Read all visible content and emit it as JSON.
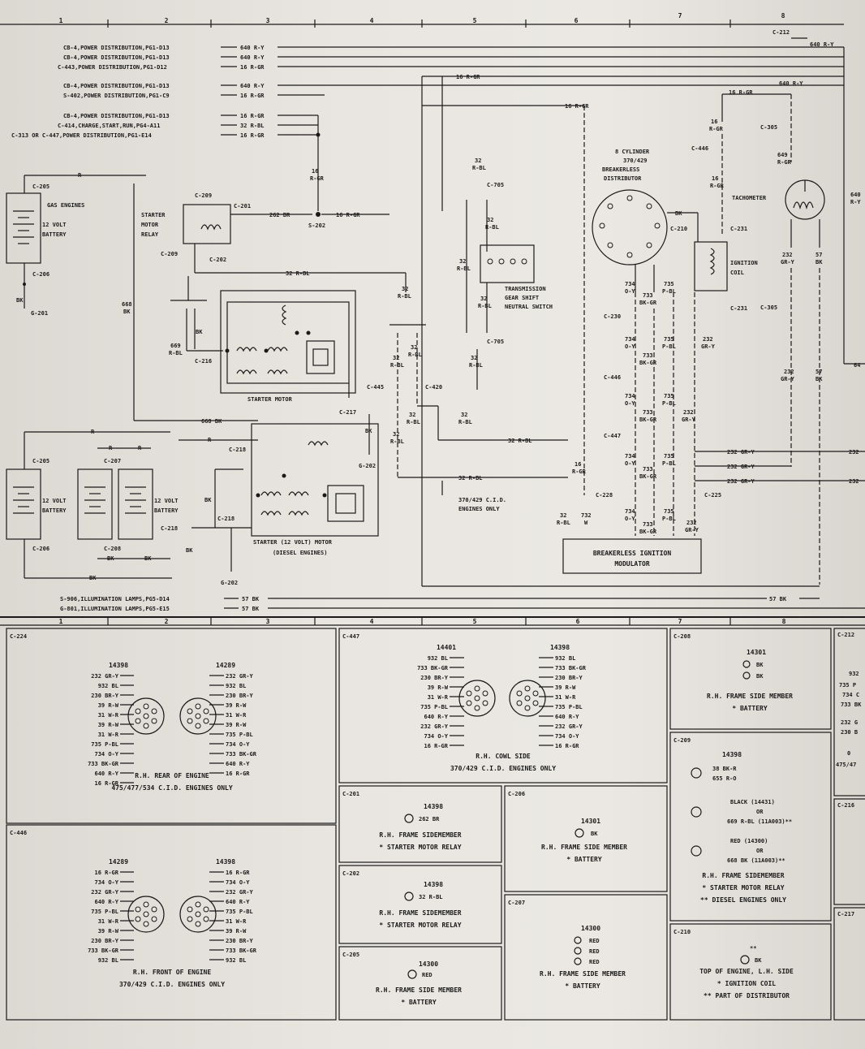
{
  "grid": {
    "columns": [
      "1",
      "2",
      "3",
      "4",
      "5",
      "6",
      "7",
      "8"
    ]
  },
  "feeds": [
    {
      "source": "CB-4,POWER DISTRIBUTION,PG1-D13",
      "wire": "640 R-Y"
    },
    {
      "source": "CB-4,POWER DISTRIBUTION,PG1-D13",
      "wire": "640 R-Y"
    },
    {
      "source": "C-443,POWER DISTRIBUTION,PG1-D12",
      "wire": "16 R-GR"
    },
    {
      "source": "CB-4,POWER DISTRIBUTION,PG1-D13",
      "wire": "640 R-Y"
    },
    {
      "source": "S-402,POWER DISTRIBUTION,PG1-C9",
      "wire": "16 R-GR"
    },
    {
      "source": "CB-4,POWER DISTRIBUTION,PG1-D13",
      "wire": "16 R-GR"
    },
    {
      "source": "C-414,CHARGE,START,RUN,PG4-A11",
      "wire": "32 R-BL"
    },
    {
      "source": "C-313 OR C-447,POWER DISTRIBUTION,PG1-E14",
      "wire": "16 R-GR"
    }
  ],
  "illumination_feeds": [
    {
      "source": "S-906,ILLUMINATION LAMPS,PG5-D14",
      "wire": "57 BK"
    },
    {
      "source": "G-801,ILLUMINATION LAMPS,PG5-E15",
      "wire": "57 BK"
    }
  ],
  "schematic_labels": {
    "c212": "C-212",
    "w640ry": "640 R-Y",
    "w16rgr": "16 R-GR",
    "w16rgr_a": "16 R-GR",
    "w16": "16",
    "rgr": "R-GR",
    "c305": "C-305",
    "c446": "C-446",
    "w649": "649",
    "c205": "C-205",
    "r": "R",
    "gas_engines": "GAS ENGINES",
    "c209": "C-209",
    "c201": "C-201",
    "w262": "262 BR",
    "s202": "S-202",
    "c705": "C-705",
    "w32": "32",
    "rbl": "R-BL",
    "eight_cyl": "8 CYLINDER",
    "cid370": "370/429",
    "breakerless": "BREAKERLESS",
    "distributor": "DISTRIBUTOR",
    "tachometer": "TACHOMETER",
    "bk": "BK",
    "c210": "C-210",
    "c231": "C-231",
    "battery12": "12 VOLT",
    "battery": "BATTERY",
    "starter": "STARTER",
    "motor": "MOTOR",
    "relay": "RELAY",
    "c202": "C-202",
    "c206": "C-206",
    "w57": "57",
    "ignition": "IGNITION",
    "coil": "COIL",
    "trans1": "TRANSMISSION",
    "trans2": "GEAR SHIFT",
    "trans3": "NEUTRAL SWITCH",
    "w32rbl": "32 R-BL",
    "w734": "734",
    "oy": "O-Y",
    "w735": "735",
    "pbl": "P-BL",
    "w733": "733",
    "bkgr": "BK-GR",
    "c230": "C-230",
    "w232": "232",
    "gry": "GR-Y",
    "g201": "G-201",
    "w668": "668",
    "w669": "669",
    "c216": "C-216",
    "c705b": "C-705",
    "c445": "C-445",
    "c420": "C-420",
    "starter_motor": "STARTER MOTOR",
    "c217": "C-217",
    "c447": "C-447",
    "w668bk": "668 BK",
    "c218": "C-218",
    "c207": "C-207",
    "g202": "G-202",
    "c208": "C-208",
    "c228": "C-228",
    "c225": "C-225",
    "cid_only1": "370/429 C.I.D.",
    "cid_only2": "ENGINES ONLY",
    "w232gry": "232 GR-Y",
    "diesel1": "STARTER (12 VOLT) MOTOR",
    "diesel2": "(DIESEL ENGINES)",
    "mod1": "BREAKERLESS IGNITION",
    "mod2": "MODULATOR",
    "w57bk": "57 BK",
    "w732": "732",
    "w": "W",
    "edge640": "640",
    "edge64": "64",
    "edge232": "232",
    "ry": "R-Y"
  },
  "connectors": {
    "c224": {
      "id": "C-224",
      "left_part": "14398",
      "right_part": "14289",
      "left_wires": [
        "232 GR-Y",
        "932 BL",
        "230 BR-Y",
        "39 R-W",
        "31 W-R",
        "39 R-W",
        "31 W-R",
        "735 P-BL",
        "734 O-Y",
        "733 BK-GR",
        "640 R-Y",
        "16 R-GR"
      ],
      "right_wires": [
        "232 GR-Y",
        "932 BL",
        "230 BR-Y",
        "39 R-W",
        "31 W-R",
        "39 R-W",
        "735 P-BL",
        "734 O-Y",
        "733 BK-GR",
        "640 R-Y",
        "16 R-GR"
      ],
      "caption": [
        "R.H. REAR OF ENGINE",
        "475/477/534 C.I.D. ENGINES ONLY"
      ]
    },
    "c447": {
      "id": "C-447",
      "left_part": "14401",
      "right_part": "14398",
      "left_wires": [
        "932 BL",
        "733 BK-GR",
        "230 BR-Y",
        "39 R-W",
        "31 W-R",
        "735 P-BL",
        "640 R-Y",
        "232 GR-Y",
        "734 O-Y",
        "16 R-GR"
      ],
      "right_wires": [
        "932 BL",
        "733 BK-GR",
        "230 BR-Y",
        "39 R-W",
        "31 W-R",
        "735 P-BL",
        "640 R-Y",
        "232 GR-Y",
        "734 O-Y",
        "16 R-GR"
      ],
      "caption": [
        "R.H. COWL SIDE",
        "370/429 C.I.D. ENGINES ONLY"
      ]
    },
    "c446": {
      "id": "C-446",
      "left_part": "14289",
      "right_part": "14398",
      "left_wires": [
        "16 R-GR",
        "734 O-Y",
        "232 GR-Y",
        "640 R-Y",
        "735 P-BL",
        "31 W-R",
        "39 R-W",
        "230 BR-Y",
        "733 BK-GR",
        "932 BL"
      ],
      "right_wires": [
        "16 R-GR",
        "734 O-Y",
        "232 GR-Y",
        "640 R-Y",
        "735 P-BL",
        "31 W-R",
        "39 R-W",
        "230 BR-Y",
        "733 BK-GR",
        "932 BL"
      ],
      "caption": [
        "R.H. FRONT OF ENGINE",
        "370/429 C.I.D. ENGINES ONLY"
      ]
    },
    "c208": {
      "id": "C-208",
      "part": "14301",
      "wires": [
        "BK",
        "BK"
      ],
      "caption": [
        "R.H. FRAME SIDE MEMBER",
        "* BATTERY"
      ]
    },
    "c209": {
      "id": "C-209",
      "part": "14398",
      "w1": [
        "38 BK-R",
        "655 R-O"
      ],
      "w2": [
        "BLACK (14431)",
        "OR",
        "669 R-BL (11A003)**"
      ],
      "w3": [
        "RED (14300)",
        "OR",
        "668 BK (11A003)**"
      ],
      "caption": [
        "R.H. FRAME SIDEMEMBER",
        "* STARTER MOTOR RELAY",
        "** DIESEL ENGINES ONLY"
      ]
    },
    "c201": {
      "id": "C-201",
      "part": "14398",
      "wire": "262 BR",
      "caption": [
        "R.H. FRAME SIDEMEMBER",
        "* STARTER MOTOR RELAY"
      ]
    },
    "c206": {
      "id": "C-206",
      "part": "14301",
      "wire": "BK",
      "caption": [
        "R.H. FRAME SIDE MEMBER",
        "* BATTERY"
      ]
    },
    "c202": {
      "id": "C-202",
      "part": "14398",
      "wire": "32 R-BL",
      "caption": [
        "R.H. FRAME SIDEMEMBER",
        "* STARTER MOTOR RELAY"
      ]
    },
    "c207": {
      "id": "C-207",
      "part": "14300",
      "wires": [
        "RED",
        "RED",
        "RED"
      ],
      "caption": [
        "R.H. FRAME SIDE MEMBER",
        "* BATTERY"
      ]
    },
    "c205": {
      "id": "C-205",
      "part": "14300",
      "wire": "RED",
      "caption": [
        "R.H. FRAME SIDE MEMBER",
        "* BATTERY"
      ]
    },
    "c210": {
      "id": "C-210",
      "mark": "**",
      "wire": "BK",
      "caption": [
        "TOP OF ENGINE, L.H. SIDE",
        "* IGNITION COIL",
        "** PART OF DISTRIBUTOR"
      ]
    },
    "c212": {
      "id": "C-212",
      "wires": [
        "932",
        "735 P",
        "734 C",
        "733 BK",
        "232 G",
        "230 B",
        "0",
        "475/47"
      ]
    },
    "c216": {
      "id": "C-216"
    },
    "c217": {
      "id": "C-217"
    }
  }
}
